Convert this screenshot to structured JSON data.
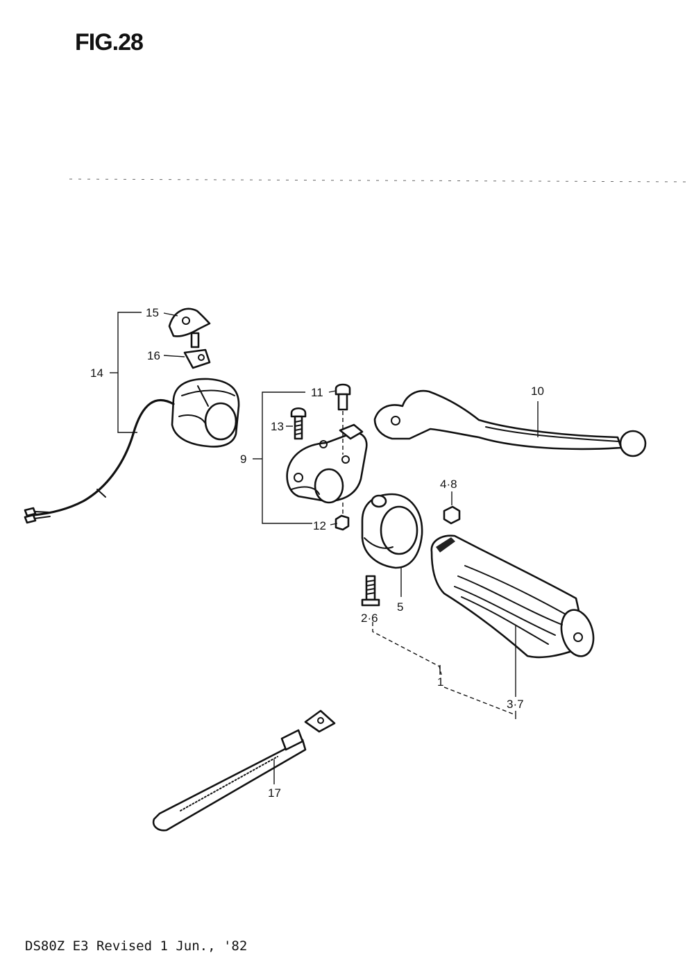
{
  "figure": {
    "title": "FIG.28"
  },
  "footer": {
    "text": "DS80Z E3 Revised 1 Jun., '82"
  },
  "callouts": {
    "c1": "1",
    "c2_6": "2·6",
    "c3_7": "3·7",
    "c4_8": "4·8",
    "c5": "5",
    "c9": "9",
    "c10": "10",
    "c11": "11",
    "c12": "12",
    "c13": "13",
    "c14": "14",
    "c15": "15",
    "c16": "16",
    "c17": "17"
  }
}
